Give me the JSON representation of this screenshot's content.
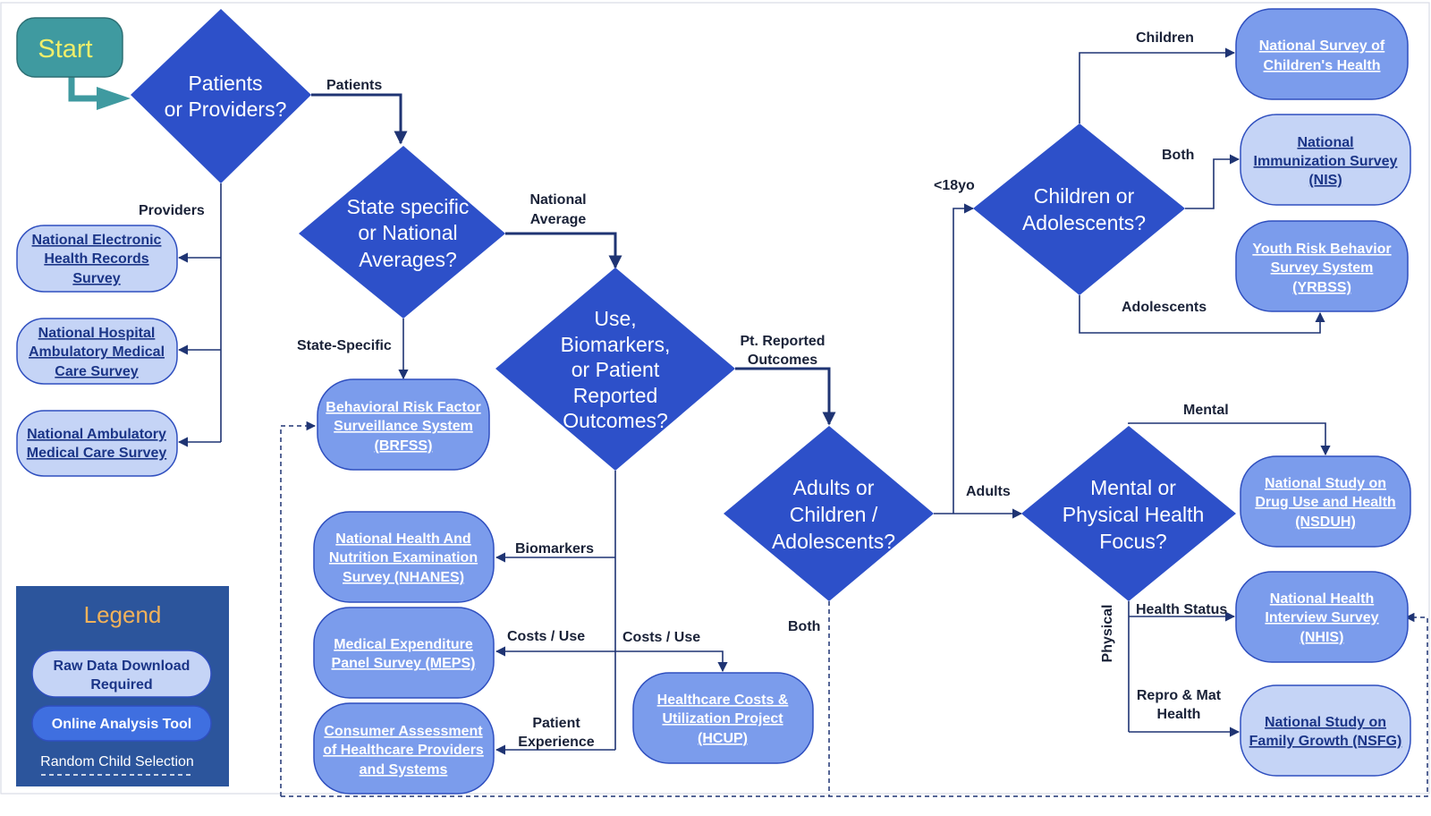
{
  "start": {
    "label": "Start"
  },
  "decisions": {
    "patients_providers": [
      "Patients",
      "or Providers?"
    ],
    "state_national": [
      "State specific",
      "or National",
      "Averages?"
    ],
    "use_biomarkers": [
      "Use,",
      "Biomarkers,",
      "or Patient",
      "Reported",
      "Outcomes?"
    ],
    "adults_children": [
      "Adults or",
      "Children /",
      "Adolescents?"
    ],
    "children_adolescents": [
      "Children or",
      "Adolescents?"
    ],
    "mental_physical": [
      "Mental or",
      "Physical Health",
      "Focus?"
    ]
  },
  "surveys": {
    "nehrs": [
      "National Electronic",
      "Health Records",
      "Survey"
    ],
    "nhamcs": [
      "National Hospital",
      "Ambulatory Medical",
      "Care Survey"
    ],
    "namcs": [
      "National Ambulatory",
      "Medical Care Survey"
    ],
    "brfss": [
      "Behavioral Risk Factor",
      "Surveillance System",
      "(BRFSS)"
    ],
    "nhanes": [
      "National Health And",
      "Nutrition Examination",
      "Survey (NHANES)"
    ],
    "meps": [
      "Medical Expenditure",
      "Panel Survey (MEPS)"
    ],
    "cahps": [
      "Consumer Assessment",
      "of Healthcare Providers",
      "and Systems"
    ],
    "hcup": [
      "Healthcare Costs &",
      "Utilization Project",
      "(HCUP)"
    ],
    "nsch": [
      "National Survey of",
      "Children's Health"
    ],
    "nis": [
      "National",
      "Immunization Survey",
      "(NIS)"
    ],
    "yrbss": [
      "Youth Risk Behavior",
      "Survey System",
      "(YRBSS)"
    ],
    "nsduh": [
      "National Study on",
      "Drug Use and Health",
      "(NSDUH)"
    ],
    "nhis": [
      "National Health",
      "Interview Survey",
      "(NHIS)"
    ],
    "nsfg": [
      "National Study on",
      "Family Growth (NSFG)"
    ]
  },
  "edge_labels": {
    "patients": "Patients",
    "providers": "Providers",
    "national_average": [
      "National",
      "Average"
    ],
    "state_specific": "State-Specific",
    "pt_reported": [
      "Pt. Reported",
      "Outcomes"
    ],
    "biomarkers": "Biomarkers",
    "costs_use_left": "Costs / Use",
    "costs_use_right": "Costs / Use",
    "patient_experience": [
      "Patient",
      "Experience"
    ],
    "both_bottom": "Both",
    "adults": "Adults",
    "under18": "<18yo",
    "children": "Children",
    "both_top": "Both",
    "adolescents": "Adolescents",
    "mental": "Mental",
    "health_status": "Health Status",
    "physical": "Physical",
    "repro": [
      "Repro & Mat",
      "Health"
    ]
  },
  "legend": {
    "title": "Legend",
    "raw": [
      "Raw Data Download",
      "Required"
    ],
    "online": "Online Analysis Tool",
    "random": "Random Child Selection"
  },
  "colors": {
    "diamond": "#2d50c9",
    "node_light": "#c5d4f6",
    "node_mid": "#7b9cec",
    "start": "#3f9aa0",
    "start_text": "#f0ee6a",
    "legend_bg": "#2c559c",
    "legend_title": "#f2b25a",
    "edge": "#1f3473"
  }
}
